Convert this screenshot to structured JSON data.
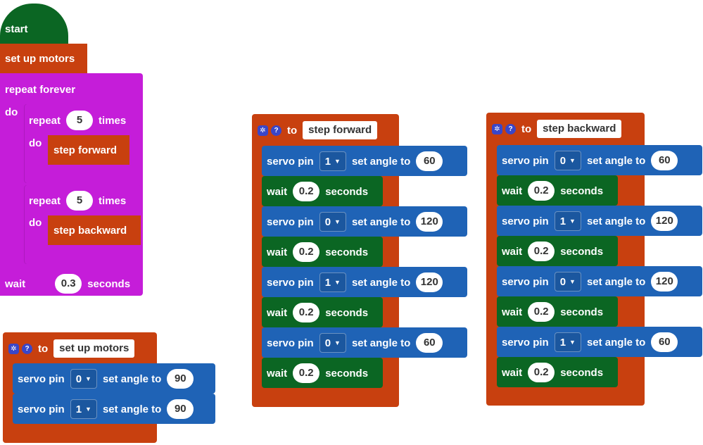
{
  "main": {
    "start": "start",
    "setup_call": "set up motors",
    "repeat_forever": "repeat forever",
    "do": "do",
    "repeat1": {
      "repeat": "repeat",
      "count": "5",
      "times": "times",
      "do": "do",
      "call": "step forward"
    },
    "repeat2": {
      "repeat": "repeat",
      "count": "5",
      "times": "times",
      "do": "do",
      "call": "step backward"
    },
    "wait": {
      "label": "wait",
      "value": "0.3",
      "unit": "seconds"
    }
  },
  "setup_fn": {
    "to": "to",
    "name": "set up motors",
    "servos": [
      {
        "servo_pin": "servo pin",
        "pin": "0",
        "set_angle": "set angle to",
        "angle": "90"
      },
      {
        "servo_pin": "servo pin",
        "pin": "1",
        "set_angle": "set angle to",
        "angle": "90"
      }
    ]
  },
  "forward_fn": {
    "to": "to",
    "name": "step forward",
    "steps": [
      {
        "servo_pin": "servo pin",
        "pin": "1",
        "set_angle": "set angle to",
        "angle": "60"
      },
      {
        "wait": "wait",
        "value": "0.2",
        "unit": "seconds"
      },
      {
        "servo_pin": "servo pin",
        "pin": "0",
        "set_angle": "set angle to",
        "angle": "120"
      },
      {
        "wait": "wait",
        "value": "0.2",
        "unit": "seconds"
      },
      {
        "servo_pin": "servo pin",
        "pin": "1",
        "set_angle": "set angle to",
        "angle": "120"
      },
      {
        "wait": "wait",
        "value": "0.2",
        "unit": "seconds"
      },
      {
        "servo_pin": "servo pin",
        "pin": "0",
        "set_angle": "set angle to",
        "angle": "60"
      },
      {
        "wait": "wait",
        "value": "0.2",
        "unit": "seconds"
      }
    ]
  },
  "backward_fn": {
    "to": "to",
    "name": "step backward",
    "steps": [
      {
        "servo_pin": "servo pin",
        "pin": "0",
        "set_angle": "set angle to",
        "angle": "60"
      },
      {
        "wait": "wait",
        "value": "0.2",
        "unit": "seconds"
      },
      {
        "servo_pin": "servo pin",
        "pin": "1",
        "set_angle": "set angle to",
        "angle": "120"
      },
      {
        "wait": "wait",
        "value": "0.2",
        "unit": "seconds"
      },
      {
        "servo_pin": "servo pin",
        "pin": "0",
        "set_angle": "set angle to",
        "angle": "120"
      },
      {
        "wait": "wait",
        "value": "0.2",
        "unit": "seconds"
      },
      {
        "servo_pin": "servo pin",
        "pin": "1",
        "set_angle": "set angle to",
        "angle": "60"
      },
      {
        "wait": "wait",
        "value": "0.2",
        "unit": "seconds"
      }
    ]
  },
  "icons": {
    "gear": "gear-icon",
    "help": "help-icon",
    "caret": "caret-down-icon"
  },
  "colors": {
    "event": "#0b6623",
    "function": "#c8400f",
    "loop": "#c51dd9",
    "servo": "#1f63b6",
    "wait": "#0b6623"
  }
}
